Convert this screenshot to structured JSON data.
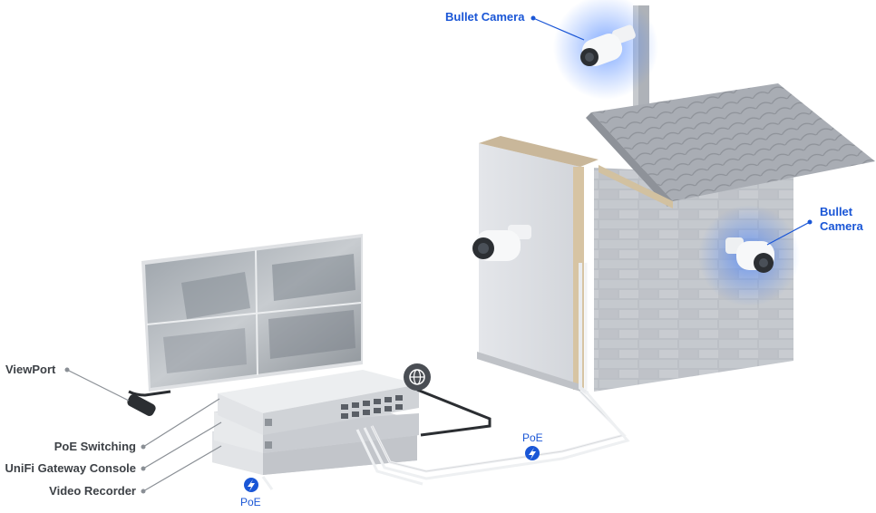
{
  "labels": {
    "bullet_camera_top": "Bullet Camera",
    "bullet_camera_side_line1": "Bullet",
    "bullet_camera_side_line2": "Camera",
    "viewport": "ViewPort",
    "poe_switching": "PoE Switching",
    "gateway_console": "UniFi Gateway Console",
    "video_recorder": "Video Recorder",
    "poe_left": "PoE",
    "poe_right": "PoE"
  },
  "icons": {
    "globe": "globe-icon",
    "poe_bolt": "lightning-bolt-icon"
  },
  "colors": {
    "accent_blue": "#1a56d6",
    "label_gray": "#3d4146",
    "camera_glow": "#3d7cff"
  }
}
